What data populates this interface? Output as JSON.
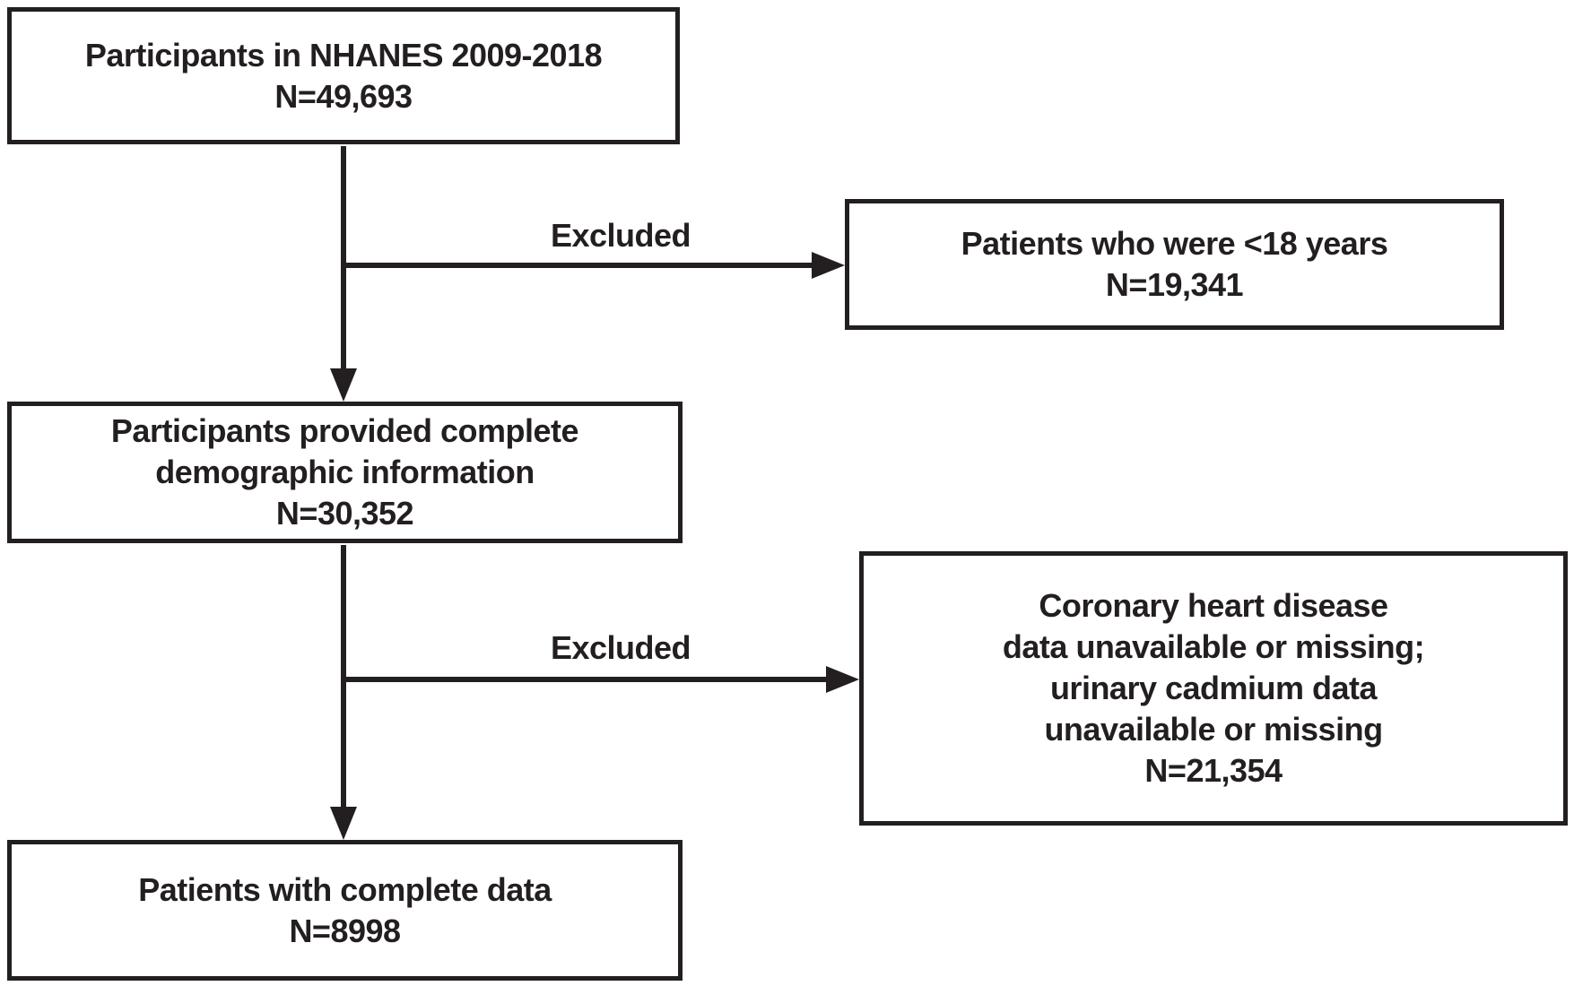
{
  "diagram": {
    "type": "flowchart",
    "nodes": {
      "nhanes": {
        "lines": [
          "Participants in NHANES 2009-2018",
          "N=49,693"
        ],
        "n": "49,693"
      },
      "under18": {
        "lines": [
          "Patients who were <18 years",
          "N=19,341"
        ],
        "n": "19,341"
      },
      "demographic": {
        "lines": [
          "Participants provided complete",
          "demographic information",
          "N=30,352"
        ],
        "n": "30,352"
      },
      "chd_missing": {
        "lines": [
          "Coronary heart disease",
          "data unavailable or missing;",
          "urinary cadmium data",
          "unavailable or missing",
          "N=21,354"
        ],
        "n": "21,354"
      },
      "complete": {
        "lines": [
          "Patients with complete data",
          "N=8998"
        ],
        "n": "8998"
      }
    },
    "labels": {
      "excluded_1": "Excluded",
      "excluded_2": "Excluded"
    },
    "colors": {
      "line": "#231f20",
      "text": "#231f20",
      "background": "#ffffff"
    }
  }
}
